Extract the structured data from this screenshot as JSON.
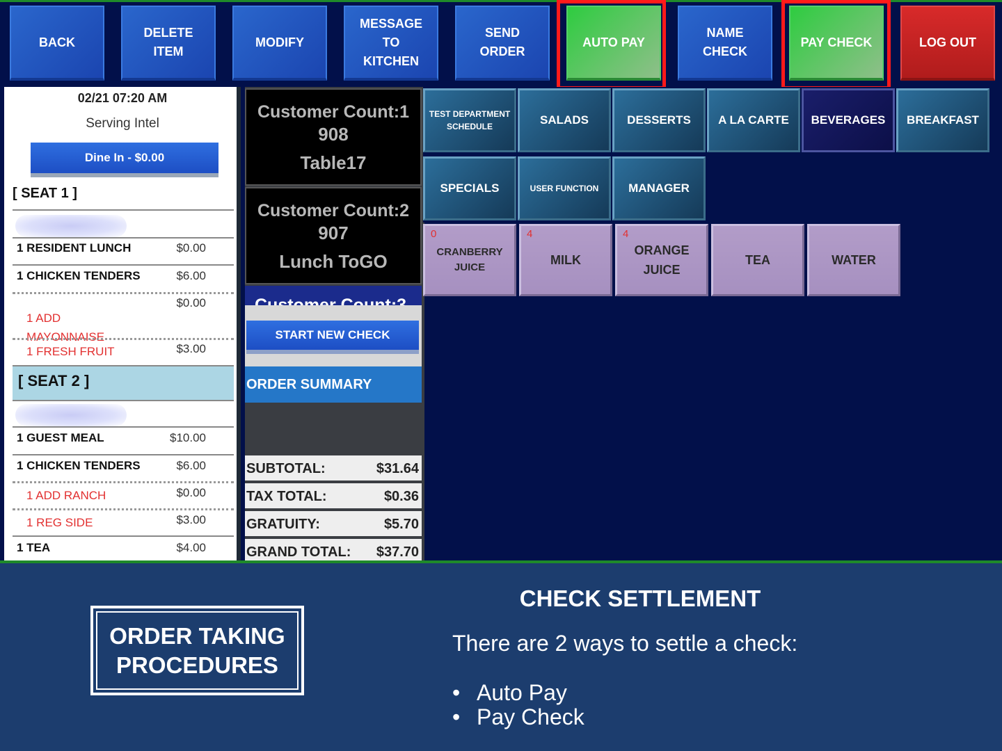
{
  "toolbar": {
    "back": "BACK",
    "delete_item": "DELETE\nITEM",
    "modify": "MODIFY",
    "message_kitchen": "MESSAGE\nTO\nKITCHEN",
    "send_order": "SEND\nORDER",
    "auto_pay": "AUTO PAY",
    "name_check": "NAME\nCHECK",
    "pay_check": "PAY CHECK",
    "log_out": "LOG OUT"
  },
  "ticket": {
    "datetime": "02/21 07:20 AM",
    "serving": "Serving Intel",
    "dine_in": "Dine In - $0.00",
    "seat1": {
      "label": "[ SEAT 1 ]",
      "items": [
        {
          "name": "1 RESIDENT LUNCH",
          "price": "$0.00"
        },
        {
          "name": "1 CHICKEN TENDERS",
          "price": "$6.00"
        },
        {
          "name": "1 ADD\nMAYONNAISE",
          "price": "$0.00"
        },
        {
          "name": "1 FRESH FRUIT",
          "price": "$3.00"
        }
      ]
    },
    "seat2": {
      "label": "[ SEAT 2 ]",
      "items": [
        {
          "name": "1 GUEST MEAL",
          "price": "$10.00"
        },
        {
          "name": "1 CHICKEN TENDERS",
          "price": "$6.00"
        },
        {
          "name": "1 ADD RANCH",
          "price": "$0.00"
        },
        {
          "name": "1 REG SIDE",
          "price": "$3.00"
        },
        {
          "name": "1 TEA",
          "price": "$4.00"
        }
      ]
    }
  },
  "checks": [
    {
      "count": "Customer Count:1",
      "number": "908",
      "table": "Table17"
    },
    {
      "count": "Customer Count:2",
      "number": "907",
      "table": "Lunch ToGO"
    }
  ],
  "check3_peek": "Customer Count:3",
  "start_new_check": "START NEW CHECK",
  "order_summary": "ORDER SUMMARY",
  "totals": [
    {
      "label": "SUBTOTAL:",
      "value": "$31.64"
    },
    {
      "label": "TAX TOTAL:",
      "value": "$0.36"
    },
    {
      "label": "GRATUITY:",
      "value": "$5.70"
    },
    {
      "label": "GRAND TOTAL:",
      "value": "$37.70"
    }
  ],
  "categories": [
    "TEST DEPARTMENT\nSCHEDULE",
    "SALADS",
    "DESSERTS",
    "A LA CARTE",
    "BEVERAGES",
    "BREAKFAST",
    "SPECIALS",
    "USER FUNCTION",
    "MANAGER"
  ],
  "items": [
    {
      "name": "CRANBERRY\nJUICE",
      "count": "0"
    },
    {
      "name": "MILK",
      "count": "4"
    },
    {
      "name": "ORANGE\nJUICE",
      "count": "4"
    },
    {
      "name": "TEA",
      "count": ""
    },
    {
      "name": "WATER",
      "count": ""
    }
  ],
  "slide": {
    "title": "ORDER TAKING\nPROCEDURES",
    "heading": "CHECK SETTLEMENT",
    "intro": "There are 2 ways to settle a check:",
    "bullets": [
      "Auto Pay",
      "Pay Check"
    ]
  },
  "colors": {
    "highlight": "#ff1a1a",
    "slide_background": "#1c3d6e",
    "pos_background": "#02104a"
  }
}
